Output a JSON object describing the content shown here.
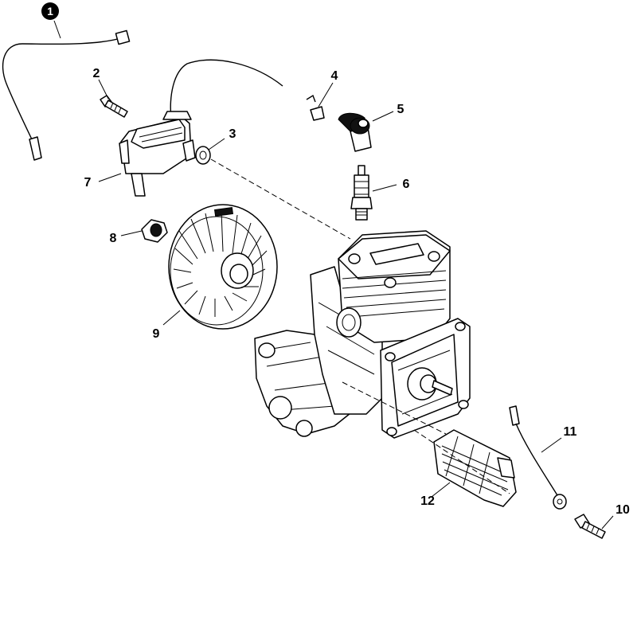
{
  "callouts": [
    {
      "id": "1",
      "text": "1"
    },
    {
      "id": "2",
      "text": "2"
    },
    {
      "id": "3",
      "text": "3"
    },
    {
      "id": "4",
      "text": "4"
    },
    {
      "id": "5",
      "text": "5"
    },
    {
      "id": "6",
      "text": "6"
    },
    {
      "id": "7",
      "text": "7"
    },
    {
      "id": "8",
      "text": "8"
    },
    {
      "id": "9",
      "text": "9"
    },
    {
      "id": "10",
      "text": "10"
    },
    {
      "id": "11",
      "text": "11"
    },
    {
      "id": "12",
      "text": "12"
    }
  ],
  "colors": {
    "ink": "#000000",
    "background": "#ffffff"
  }
}
